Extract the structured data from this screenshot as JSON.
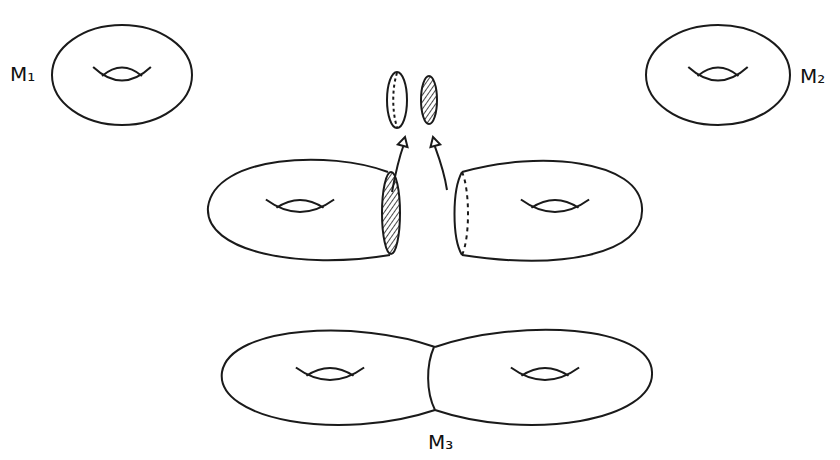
{
  "diagram": {
    "labels": [
      "M₁",
      "M₂",
      "M₃"
    ]
  }
}
